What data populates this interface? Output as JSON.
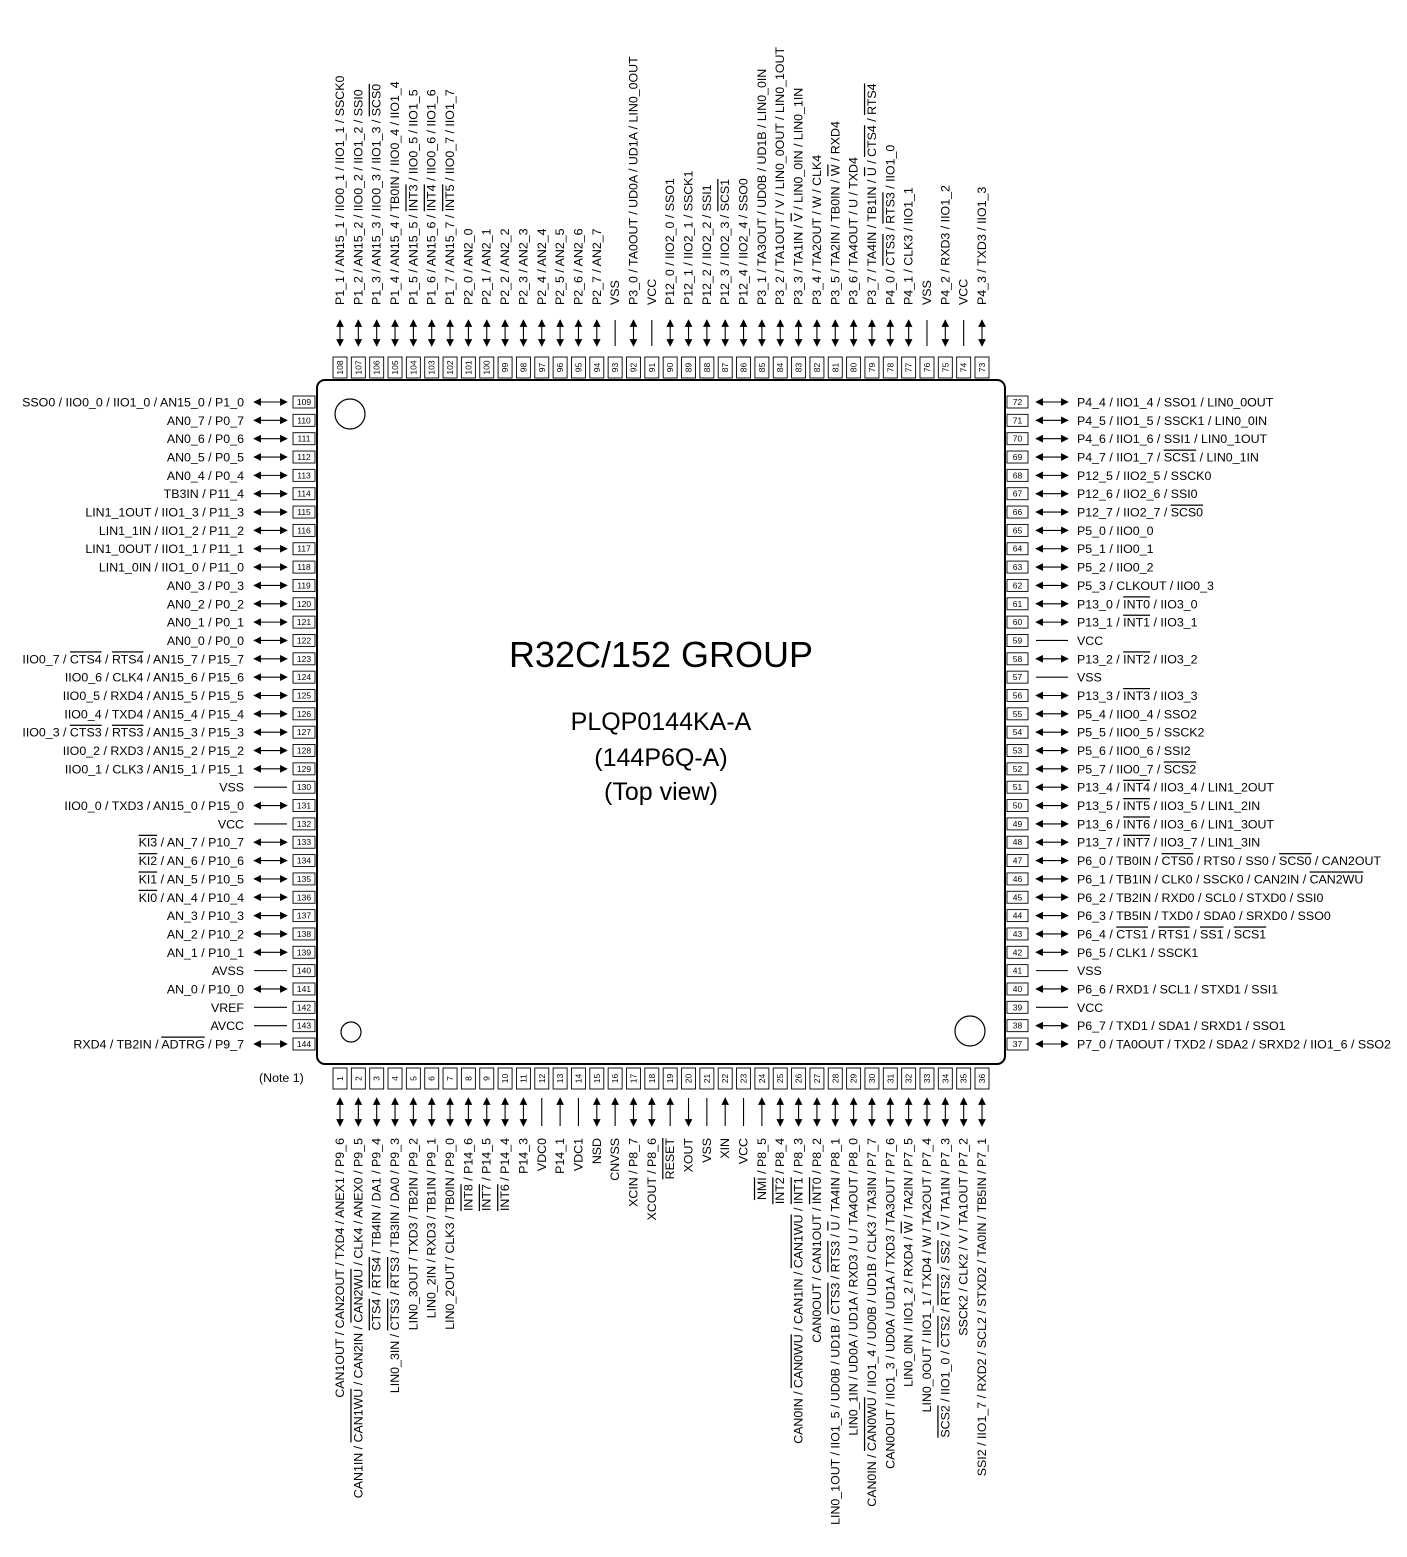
{
  "title": "R32C/152 GROUP",
  "package": "PLQP0144KA-A",
  "package_alt": "(144P6Q-A)",
  "view": "(Top view)",
  "note": "(Note 1)",
  "pins_top": [
    {
      "n": "108",
      "label": "P1_1 / AN15_1 / IIO0_1 / IIO1_1 / SSCK0",
      "dir": "bi"
    },
    {
      "n": "107",
      "label": "P1_2 / AN15_2 / IIO0_2 / IIO1_2 / SSI0",
      "dir": "bi"
    },
    {
      "n": "106",
      "label": "P1_3 / AN15_3 / IIO0_3 / IIO1_3 / SCS0",
      "dir": "bi",
      "over": [
        "SCS0"
      ]
    },
    {
      "n": "105",
      "label": "P1_4 / AN15_4 / TB0IN / IIO0_4 / IIO1_4",
      "dir": "bi"
    },
    {
      "n": "104",
      "label": "P1_5 / AN15_5 / INT3 / IIO0_5 / IIO1_5",
      "dir": "bi",
      "over": [
        "INT3"
      ]
    },
    {
      "n": "103",
      "label": "P1_6 / AN15_6 / INT4 / IIO0_6 / IIO1_6",
      "dir": "bi",
      "over": [
        "INT4"
      ]
    },
    {
      "n": "102",
      "label": "P1_7 / AN15_7 / INT5 / IIO0_7 / IIO1_7",
      "dir": "bi",
      "over": [
        "INT5"
      ]
    },
    {
      "n": "101",
      "label": "P2_0 / AN2_0",
      "dir": "bi"
    },
    {
      "n": "100",
      "label": "P2_1 / AN2_1",
      "dir": "bi"
    },
    {
      "n": "99",
      "label": "P2_2 / AN2_2",
      "dir": "bi"
    },
    {
      "n": "98",
      "label": "P2_3 / AN2_3",
      "dir": "bi"
    },
    {
      "n": "97",
      "label": "P2_4 / AN2_4",
      "dir": "bi"
    },
    {
      "n": "96",
      "label": "P2_5 / AN2_5",
      "dir": "bi"
    },
    {
      "n": "95",
      "label": "P2_6 / AN2_6",
      "dir": "bi"
    },
    {
      "n": "94",
      "label": "P2_7 / AN2_7",
      "dir": "bi"
    },
    {
      "n": "93",
      "label": "VSS",
      "dir": "none"
    },
    {
      "n": "92",
      "label": "P3_0 / TA0OUT / UD0A / UD1A / LIN0_0OUT",
      "dir": "bi"
    },
    {
      "n": "91",
      "label": "VCC",
      "dir": "none"
    },
    {
      "n": "90",
      "label": "P12_0 / IIO2_0 / SSO1",
      "dir": "bi"
    },
    {
      "n": "89",
      "label": "P12_1 / IIO2_1 / SSCK1",
      "dir": "bi"
    },
    {
      "n": "88",
      "label": "P12_2 / IIO2_2 / SSI1",
      "dir": "bi"
    },
    {
      "n": "87",
      "label": "P12_3 / IIO2_3 / SCS1",
      "dir": "bi",
      "over": [
        "SCS1"
      ]
    },
    {
      "n": "86",
      "label": "P12_4 / IIO2_4 / SSO0",
      "dir": "bi"
    },
    {
      "n": "85",
      "label": "P3_1 / TA3OUT / UD0B / UD1B / LIN0_0IN",
      "dir": "bi"
    },
    {
      "n": "84",
      "label": "P3_2 / TA1OUT / V / LIN0_0OUT / LIN0_1OUT",
      "dir": "bi"
    },
    {
      "n": "83",
      "label": "P3_3 / TA1IN / V / LIN0_0IN / LIN0_1IN",
      "dir": "bi",
      "over": [
        "V"
      ]
    },
    {
      "n": "82",
      "label": "P3_4 / TA2OUT / W / CLK4",
      "dir": "bi"
    },
    {
      "n": "81",
      "label": "P3_5 / TA2IN / TB0IN / W / RXD4",
      "dir": "bi",
      "over": [
        "W"
      ]
    },
    {
      "n": "80",
      "label": "P3_6 / TA4OUT / U / TXD4",
      "dir": "bi"
    },
    {
      "n": "79",
      "label": "P3_7 / TA4IN / TB1IN / U / CTS4 / RTS4",
      "dir": "bi",
      "over": [
        "U",
        "CTS4",
        "RTS4"
      ]
    },
    {
      "n": "78",
      "label": "P4_0 / CTS3 / RTS3 / IIO1_0",
      "dir": "bi",
      "over": [
        "CTS3",
        "RTS3"
      ]
    },
    {
      "n": "77",
      "label": "P4_1 / CLK3 / IIO1_1",
      "dir": "bi"
    },
    {
      "n": "76",
      "label": "VSS",
      "dir": "none"
    },
    {
      "n": "75",
      "label": "P4_2 / RXD3 / IIO1_2",
      "dir": "bi"
    },
    {
      "n": "74",
      "label": "VCC",
      "dir": "none"
    },
    {
      "n": "73",
      "label": "P4_3 / TXD3 / IIO1_3",
      "dir": "bi"
    }
  ],
  "pins_right": [
    {
      "n": "72",
      "label": "P4_4 / IIO1_4 / SSO1 / LIN0_0OUT",
      "dir": "bi"
    },
    {
      "n": "71",
      "label": "P4_5 / IIO1_5 / SSCK1 / LIN0_0IN",
      "dir": "bi"
    },
    {
      "n": "70",
      "label": "P4_6 / IIO1_6 / SSI1 / LIN0_1OUT",
      "dir": "bi"
    },
    {
      "n": "69",
      "label": "P4_7 / IIO1_7 / SCS1 / LIN0_1IN",
      "dir": "bi",
      "over": [
        "SCS1"
      ]
    },
    {
      "n": "68",
      "label": "P12_5 / IIO2_5 / SSCK0",
      "dir": "bi"
    },
    {
      "n": "67",
      "label": "P12_6 / IIO2_6 / SSI0",
      "dir": "bi"
    },
    {
      "n": "66",
      "label": "P12_7 / IIO2_7 / SCS0",
      "dir": "bi",
      "over": [
        "SCS0"
      ]
    },
    {
      "n": "65",
      "label": "P5_0 / IIO0_0",
      "dir": "bi"
    },
    {
      "n": "64",
      "label": "P5_1 / IIO0_1",
      "dir": "bi"
    },
    {
      "n": "63",
      "label": "P5_2 / IIO0_2",
      "dir": "bi"
    },
    {
      "n": "62",
      "label": "P5_3 / CLKOUT / IIO0_3",
      "dir": "bi"
    },
    {
      "n": "61",
      "label": "P13_0 / INT0 / IIO3_0",
      "dir": "bi",
      "over": [
        "INT0"
      ]
    },
    {
      "n": "60",
      "label": "P13_1 / INT1 / IIO3_1",
      "dir": "bi",
      "over": [
        "INT1"
      ]
    },
    {
      "n": "59",
      "label": "VCC",
      "dir": "none"
    },
    {
      "n": "58",
      "label": "P13_2 / INT2 / IIO3_2",
      "dir": "bi",
      "over": [
        "INT2"
      ]
    },
    {
      "n": "57",
      "label": "VSS",
      "dir": "none"
    },
    {
      "n": "56",
      "label": "P13_3 / INT3 / IIO3_3",
      "dir": "bi",
      "over": [
        "INT3"
      ]
    },
    {
      "n": "55",
      "label": "P5_4 / IIO0_4 / SSO2",
      "dir": "bi"
    },
    {
      "n": "54",
      "label": "P5_5 / IIO0_5 / SSCK2",
      "dir": "bi"
    },
    {
      "n": "53",
      "label": "P5_6 / IIO0_6 / SSI2",
      "dir": "bi"
    },
    {
      "n": "52",
      "label": "P5_7 / IIO0_7 / SCS2",
      "dir": "bi",
      "over": [
        "SCS2"
      ]
    },
    {
      "n": "51",
      "label": "P13_4 / INT4 / IIO3_4 / LIN1_2OUT",
      "dir": "bi",
      "over": [
        "INT4"
      ]
    },
    {
      "n": "50",
      "label": "P13_5 / INT5 / IIO3_5 / LIN1_2IN",
      "dir": "bi",
      "over": [
        "INT5"
      ]
    },
    {
      "n": "49",
      "label": "P13_6 / INT6 / IIO3_6 / LIN1_3OUT",
      "dir": "bi",
      "over": [
        "INT6"
      ]
    },
    {
      "n": "48",
      "label": "P13_7 / INT7 / IIO3_7 / LIN1_3IN",
      "dir": "bi",
      "over": [
        "INT7"
      ]
    },
    {
      "n": "47",
      "label": "P6_0 / TB0IN / CTS0 / RTS0 / SS0 / SCS0 / CAN2OUT",
      "dir": "bi",
      "over": [
        "CTS0",
        "SCS0"
      ]
    },
    {
      "n": "46",
      "label": "P6_1 / TB1IN / CLK0 / SSCK0 / CAN2IN / CAN2WU",
      "dir": "bi",
      "over": [
        "CAN2WU"
      ]
    },
    {
      "n": "45",
      "label": "P6_2 / TB2IN / RXD0 / SCL0 / STXD0 / SSI0",
      "dir": "bi"
    },
    {
      "n": "44",
      "label": "P6_3 / TB5IN / TXD0 / SDA0 / SRXD0 / SSO0",
      "dir": "bi"
    },
    {
      "n": "43",
      "label": "P6_4 / CTS1 / RTS1 / SS1 / SCS1",
      "dir": "bi",
      "over": [
        "CTS1",
        "RTS1",
        "SS1",
        "SCS1"
      ]
    },
    {
      "n": "42",
      "label": "P6_5 / CLK1 / SSCK1",
      "dir": "bi"
    },
    {
      "n": "41",
      "label": "VSS",
      "dir": "none"
    },
    {
      "n": "40",
      "label": "P6_6 / RXD1 / SCL1 / STXD1 / SSI1",
      "dir": "bi"
    },
    {
      "n": "39",
      "label": "VCC",
      "dir": "none"
    },
    {
      "n": "38",
      "label": "P6_7 / TXD1 / SDA1 / SRXD1 / SSO1",
      "dir": "bi"
    },
    {
      "n": "37",
      "label": "P7_0 / TA0OUT / TXD2 / SDA2 / SRXD2 / IIO1_6 / SSO2",
      "dir": "bi"
    }
  ],
  "pins_left": [
    {
      "n": "109",
      "label": "SSO0 / IIO0_0 / IIO1_0 / AN15_0 / P1_0",
      "dir": "bi"
    },
    {
      "n": "110",
      "label": "AN0_7 / P0_7",
      "dir": "bi"
    },
    {
      "n": "111",
      "label": "AN0_6 / P0_6",
      "dir": "bi"
    },
    {
      "n": "112",
      "label": "AN0_5 / P0_5",
      "dir": "bi"
    },
    {
      "n": "113",
      "label": "AN0_4 / P0_4",
      "dir": "bi"
    },
    {
      "n": "114",
      "label": "TB3IN / P11_4",
      "dir": "bi"
    },
    {
      "n": "115",
      "label": "LIN1_1OUT / IIO1_3 / P11_3",
      "dir": "bi"
    },
    {
      "n": "116",
      "label": "LIN1_1IN / IIO1_2 / P11_2",
      "dir": "bi"
    },
    {
      "n": "117",
      "label": "LIN1_0OUT / IIO1_1 / P11_1",
      "dir": "bi"
    },
    {
      "n": "118",
      "label": "LIN1_0IN / IIO1_0 / P11_0",
      "dir": "bi"
    },
    {
      "n": "119",
      "label": "AN0_3 / P0_3",
      "dir": "bi"
    },
    {
      "n": "120",
      "label": "AN0_2 / P0_2",
      "dir": "bi"
    },
    {
      "n": "121",
      "label": "AN0_1 / P0_1",
      "dir": "bi"
    },
    {
      "n": "122",
      "label": "AN0_0 / P0_0",
      "dir": "bi"
    },
    {
      "n": "123",
      "label": "IIO0_7 / CTS4 / RTS4 / AN15_7 / P15_7",
      "dir": "bi",
      "over": [
        "CTS4",
        "RTS4"
      ]
    },
    {
      "n": "124",
      "label": "IIO0_6 / CLK4 / AN15_6 / P15_6",
      "dir": "bi"
    },
    {
      "n": "125",
      "label": "IIO0_5 / RXD4 / AN15_5 / P15_5",
      "dir": "bi"
    },
    {
      "n": "126",
      "label": "IIO0_4 / TXD4 / AN15_4 / P15_4",
      "dir": "bi"
    },
    {
      "n": "127",
      "label": "IIO0_3 / CTS3 / RTS3 / AN15_3 / P15_3",
      "dir": "bi",
      "over": [
        "CTS3",
        "RTS3"
      ]
    },
    {
      "n": "128",
      "label": "IIO0_2 / RXD3 / AN15_2 / P15_2",
      "dir": "bi"
    },
    {
      "n": "129",
      "label": "IIO0_1 / CLK3 / AN15_1 / P15_1",
      "dir": "bi"
    },
    {
      "n": "130",
      "label": "VSS",
      "dir": "none"
    },
    {
      "n": "131",
      "label": "IIO0_0 / TXD3 / AN15_0 / P15_0",
      "dir": "bi"
    },
    {
      "n": "132",
      "label": "VCC",
      "dir": "none"
    },
    {
      "n": "133",
      "label": "KI3 / AN_7 / P10_7",
      "dir": "bi",
      "over": [
        "KI3"
      ]
    },
    {
      "n": "134",
      "label": "KI2 / AN_6 / P10_6",
      "dir": "bi",
      "over": [
        "KI2"
      ]
    },
    {
      "n": "135",
      "label": "KI1 / AN_5 / P10_5",
      "dir": "bi",
      "over": [
        "KI1"
      ]
    },
    {
      "n": "136",
      "label": "KI0 / AN_4 / P10_4",
      "dir": "bi",
      "over": [
        "KI0"
      ]
    },
    {
      "n": "137",
      "label": "AN_3 / P10_3",
      "dir": "bi"
    },
    {
      "n": "138",
      "label": "AN_2 / P10_2",
      "dir": "bi"
    },
    {
      "n": "139",
      "label": "AN_1 / P10_1",
      "dir": "bi"
    },
    {
      "n": "140",
      "label": "AVSS",
      "dir": "none"
    },
    {
      "n": "141",
      "label": "AN_0 / P10_0",
      "dir": "bi"
    },
    {
      "n": "142",
      "label": "VREF",
      "dir": "none"
    },
    {
      "n": "143",
      "label": "AVCC",
      "dir": "none"
    },
    {
      "n": "144",
      "label": "RXD4 / TB2IN / ADTRG / P9_7",
      "dir": "bi",
      "over": [
        "ADTRG"
      ]
    }
  ],
  "pins_bottom": [
    {
      "n": "1",
      "lines": [
        "CAN1OUT / CAN2OUT / TXD4 / ANEX1 / P9_6"
      ],
      "dir": "bi"
    },
    {
      "n": "2",
      "lines": [
        "CAN1IN / CAN1WU / CAN2IN / CAN2WU / CLK4 / ANEX0 / P9_5"
      ],
      "dir": "bi",
      "over": [
        "CAN1WU",
        "CAN2WU"
      ]
    },
    {
      "n": "3",
      "lines": [
        "CTS4 / RTS4 / TB4IN / DA1 / P9_4"
      ],
      "dir": "bi",
      "over": [
        "CTS4",
        "RTS4"
      ]
    },
    {
      "n": "4",
      "lines": [
        "LIN0_3IN / CTS3 / RTS3 / TB3IN / DA0 / P9_3"
      ],
      "dir": "bi",
      "over": [
        "CTS3",
        "RTS3"
      ]
    },
    {
      "n": "5",
      "lines": [
        "LIN0_3OUT / TXD3 / TB2IN / P9_2"
      ],
      "dir": "bi"
    },
    {
      "n": "6",
      "lines": [
        "LIN0_2IN / RXD3 / TB1IN / P9_1"
      ],
      "dir": "bi"
    },
    {
      "n": "7",
      "lines": [
        "LIN0_2OUT / CLK3 / TB0IN / P9_0"
      ],
      "dir": "bi"
    },
    {
      "n": "8",
      "lines": [
        "INT8 / P14_6"
      ],
      "dir": "bi",
      "over": [
        "INT8"
      ]
    },
    {
      "n": "9",
      "lines": [
        "INT7 / P14_5"
      ],
      "dir": "bi",
      "over": [
        "INT7"
      ]
    },
    {
      "n": "10",
      "lines": [
        "INT6 / P14_4"
      ],
      "dir": "bi",
      "over": [
        "INT6"
      ]
    },
    {
      "n": "11",
      "lines": [
        "P14_3"
      ],
      "dir": "bi"
    },
    {
      "n": "12",
      "lines": [
        "VDC0"
      ],
      "dir": "none"
    },
    {
      "n": "13",
      "lines": [
        "P14_1"
      ],
      "dir": "in"
    },
    {
      "n": "14",
      "lines": [
        "VDC1"
      ],
      "dir": "none"
    },
    {
      "n": "15",
      "lines": [
        "NSD"
      ],
      "dir": "bi"
    },
    {
      "n": "16",
      "lines": [
        "CNVSS"
      ],
      "dir": "in"
    },
    {
      "n": "17",
      "lines": [
        "XCIN / P8_7"
      ],
      "dir": "bi"
    },
    {
      "n": "18",
      "lines": [
        "XCOUT / P8_6"
      ],
      "dir": "bi"
    },
    {
      "n": "19",
      "lines": [
        "RESET"
      ],
      "dir": "in",
      "over": [
        "RESET"
      ]
    },
    {
      "n": "20",
      "lines": [
        "XOUT"
      ],
      "dir": "out"
    },
    {
      "n": "21",
      "lines": [
        "VSS"
      ],
      "dir": "none"
    },
    {
      "n": "22",
      "lines": [
        "XIN"
      ],
      "dir": "in"
    },
    {
      "n": "23",
      "lines": [
        "VCC"
      ],
      "dir": "none"
    },
    {
      "n": "24",
      "lines": [
        "NMI / P8_5"
      ],
      "dir": "in",
      "over": [
        "NMI"
      ]
    },
    {
      "n": "25",
      "lines": [
        "INT2 / P8_4"
      ],
      "dir": "bi",
      "over": [
        "INT2"
      ]
    },
    {
      "n": "26",
      "lines": [
        "CAN0IN / CAN0WU / CAN1IN / CAN1WU / INT1 / P8_3"
      ],
      "dir": "bi",
      "over": [
        "CAN0WU",
        "CAN1WU",
        "INT1"
      ]
    },
    {
      "n": "27",
      "lines": [
        "CAN0OUT / CAN1OUT / INT0 / P8_2"
      ],
      "dir": "bi",
      "over": [
        "INT0"
      ]
    },
    {
      "n": "28",
      "lines": [
        "LIN0_1OUT / IIO1_5 / UD0B / UD1B / CTS3 / RTS3 / U / TA4IN / P8_1"
      ],
      "dir": "bi",
      "over": [
        "CTS3",
        "RTS3",
        "U"
      ]
    },
    {
      "n": "29",
      "lines": [
        "LIN0_1IN / UD0A / UD1A / RXD3 / U / TA4OUT / P8_0"
      ],
      "dir": "bi"
    },
    {
      "n": "30",
      "lines": [
        "CAN0IN / CAN0WU / IIO1_4 / UD0B / UD1B / CLK3 / TA3IN / P7_7"
      ],
      "dir": "bi",
      "over": [
        "CAN0WU"
      ]
    },
    {
      "n": "31",
      "lines": [
        "CAN0OUT / IIO1_3 / UD0A / UD1A / TXD3 / TA3OUT / P7_6"
      ],
      "dir": "bi"
    },
    {
      "n": "32",
      "lines": [
        "LIN0_0IN / IIO1_2 / RXD4 / W / TA2IN / P7_5"
      ],
      "dir": "bi",
      "over": [
        "W"
      ]
    },
    {
      "n": "33",
      "lines": [
        "LIN0_0OUT / IIO1_1 / TXD4 / W / TA2OUT / P7_4"
      ],
      "dir": "bi"
    },
    {
      "n": "34",
      "lines": [
        "SCS2 / IIO1_0 / CTS2 / RTS2 / SS2 / V / TA1IN / P7_3"
      ],
      "dir": "bi",
      "over": [
        "SCS2",
        "CTS2",
        "RTS2",
        "SS2",
        "V"
      ]
    },
    {
      "n": "35",
      "lines": [
        "SSCK2 / CLK2 / V / TA1OUT / P7_2"
      ],
      "dir": "bi"
    },
    {
      "n": "36",
      "lines": [
        "SSI2 / IIO1_7 / RXD2 / SCL2 / STXD2 / TA0IN / TB5IN / P7_1"
      ],
      "dir": "bi"
    }
  ]
}
